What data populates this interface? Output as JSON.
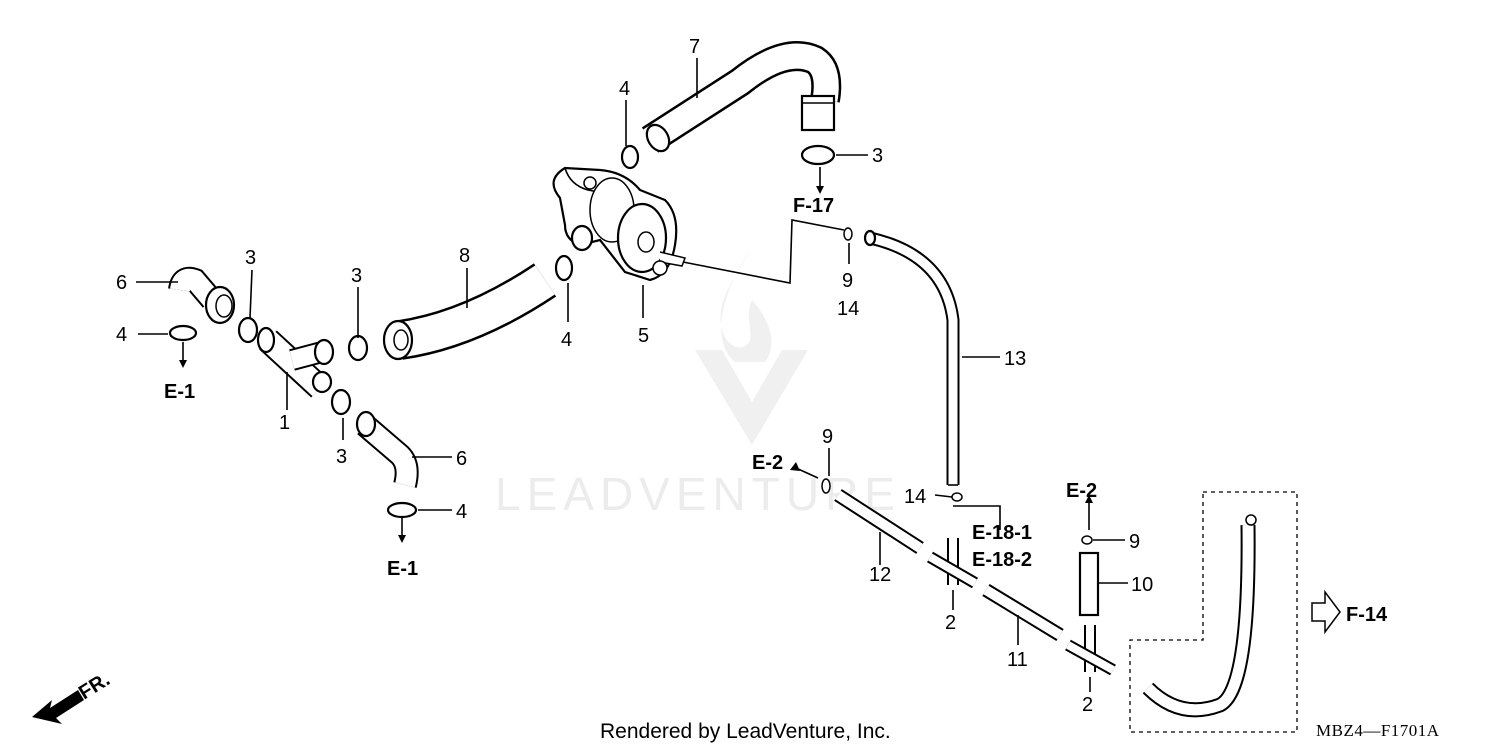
{
  "watermark": "LEADVENTURE",
  "footer": {
    "rendered_by": "Rendered by LeadVenture, Inc.",
    "diagram_code": "MBZ4—F1701A"
  },
  "direction": {
    "label": "FR."
  },
  "callouts": {
    "c1": "1",
    "c2a": "2",
    "c2b": "2",
    "c3a": "3",
    "c3b": "3",
    "c3c": "3",
    "c3d": "3",
    "c4a": "4",
    "c4b": "4",
    "c4c": "4",
    "c4d": "4",
    "c5": "5",
    "c6a": "6",
    "c6b": "6",
    "c7": "7",
    "c8": "8",
    "c9a": "9",
    "c9b": "9",
    "c9c": "9",
    "c10": "10",
    "c11": "11",
    "c12": "12",
    "c13": "13",
    "c14a": "14",
    "c14b": "14"
  },
  "refs": {
    "e1a": "E-1",
    "e1b": "E-1",
    "e2a": "E-2",
    "e2b": "E-2",
    "f17": "F-17",
    "e181": "E-18-1",
    "e182": "E-18-2",
    "f14": "F-14"
  }
}
